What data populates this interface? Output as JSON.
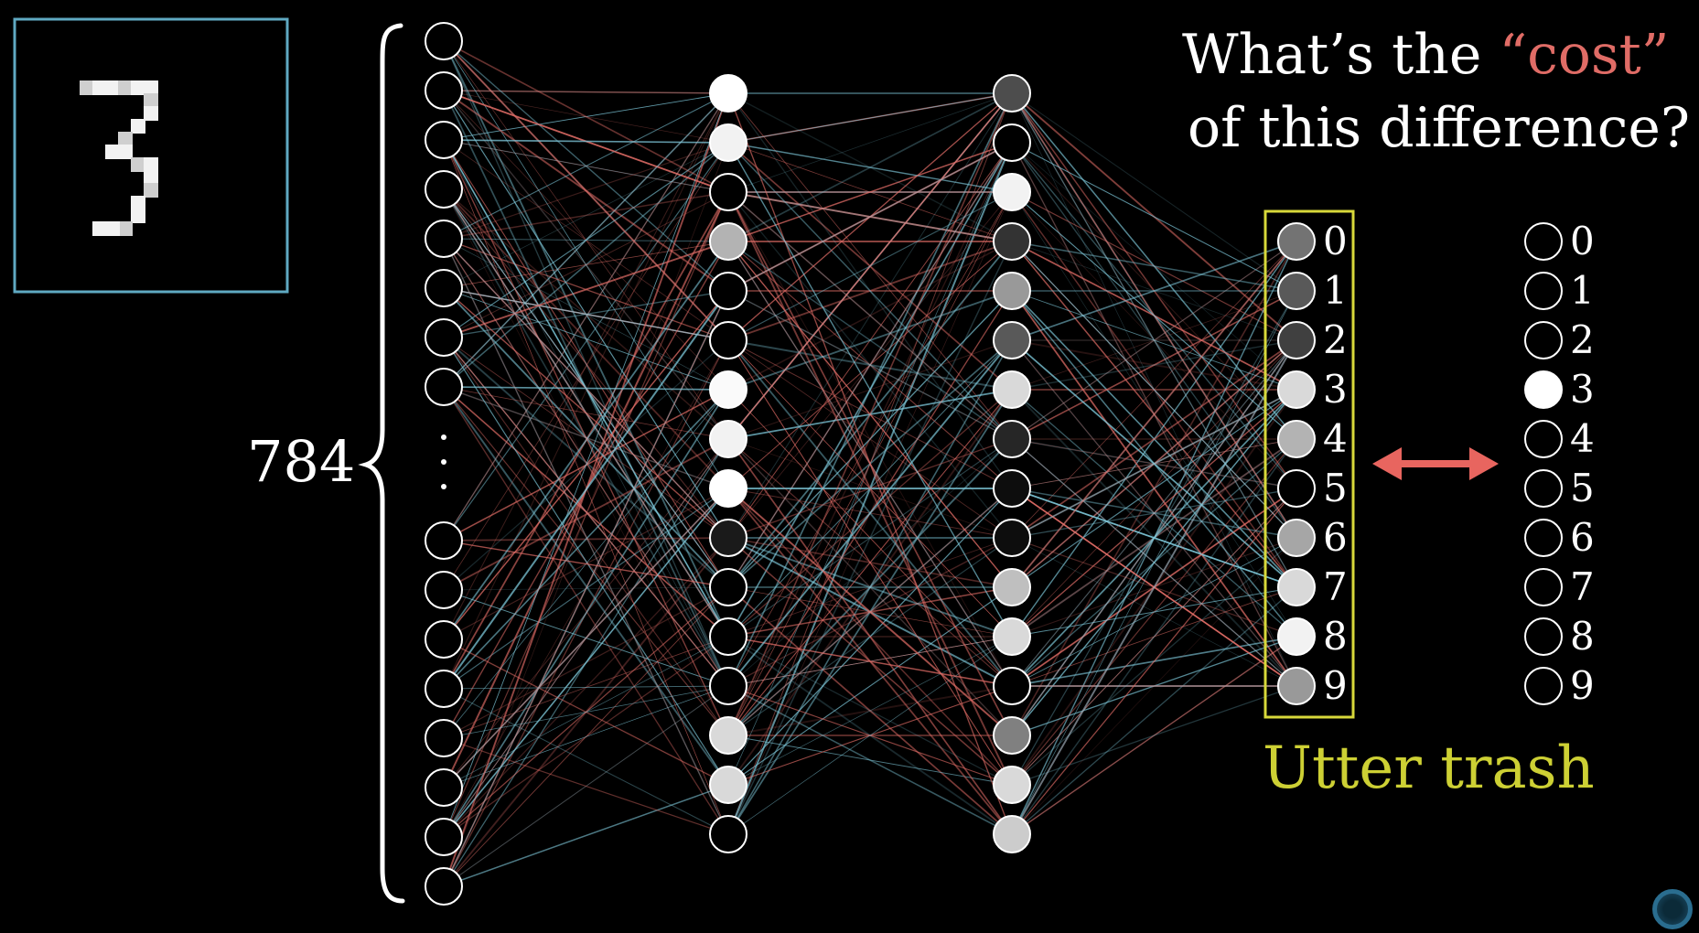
{
  "title": {
    "line1_before": "What’s the ",
    "line1_highlight": "“cost”",
    "line2": "of this difference?"
  },
  "input_layer": {
    "count_label": "784",
    "ellipsis": "⋮"
  },
  "output_box_label": "Utter trash",
  "output_labels": [
    "0",
    "1",
    "2",
    "3",
    "4",
    "5",
    "6",
    "7",
    "8",
    "9"
  ],
  "target_labels": [
    "0",
    "1",
    "2",
    "3",
    "4",
    "5",
    "6",
    "7",
    "8",
    "9"
  ],
  "output_activations": [
    0.45,
    0.35,
    0.25,
    0.85,
    0.7,
    0.0,
    0.65,
    0.85,
    0.95,
    0.6
  ],
  "target_activations": [
    0,
    0,
    0,
    1,
    0,
    0,
    0,
    0,
    0,
    0
  ],
  "hidden1_activations": [
    1.0,
    0.95,
    0.0,
    0.7,
    0.0,
    0.0,
    0.98,
    0.95,
    1.0,
    0.1,
    0.0,
    0.0,
    0.0,
    0.85,
    0.85,
    0.0
  ],
  "hidden2_activations": [
    0.3,
    0.0,
    0.95,
    0.2,
    0.6,
    0.35,
    0.85,
    0.15,
    0.05,
    0.05,
    0.75,
    0.85,
    0.0,
    0.5,
    0.85,
    0.8
  ],
  "colors": {
    "positive_weight": "#7ec8da",
    "negative_weight": "#e06c66",
    "output_box": "#d7d83a",
    "arrow": "#e8655f",
    "image_frame": "#5fa9c2"
  },
  "digit_image": "handwritten-three"
}
